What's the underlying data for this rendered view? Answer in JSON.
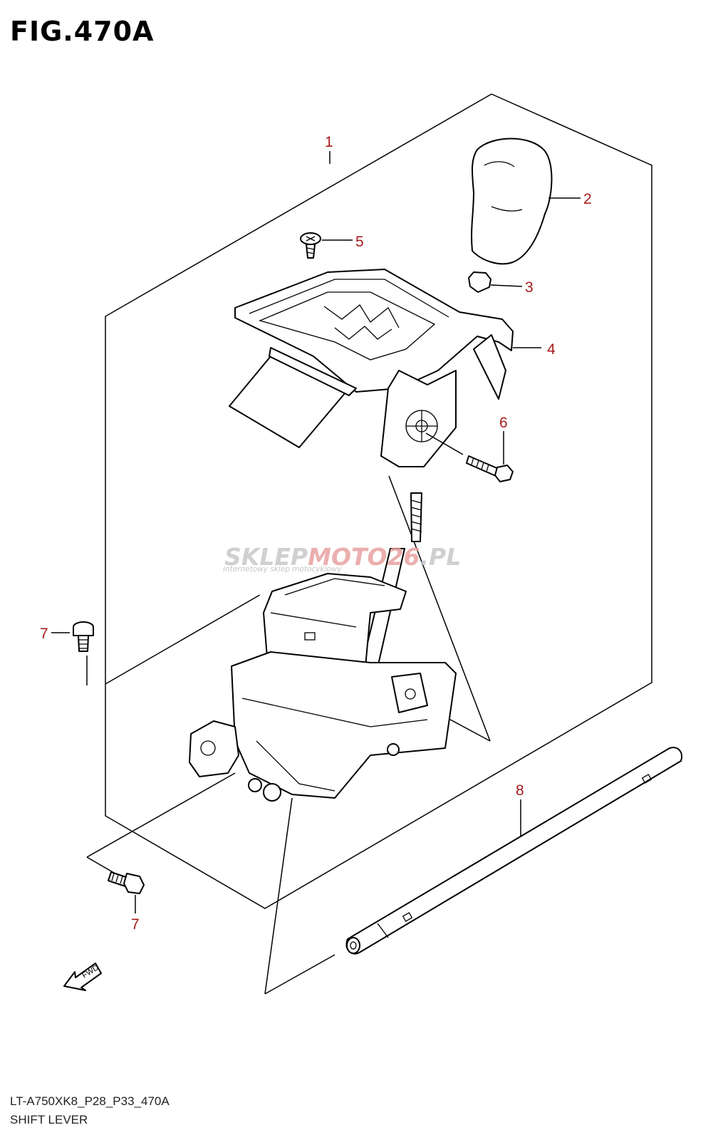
{
  "figure": {
    "title": "FIG.470A",
    "code": "LT-A750XK8_P28_P33_470A",
    "name": "SHIFT LEVER"
  },
  "callouts": [
    "1",
    "2",
    "3",
    "4",
    "5",
    "6",
    "7",
    "7",
    "8"
  ],
  "fwd_label": "FWD",
  "watermark": {
    "main_left": "SKLEP",
    "main_right": "MOTO",
    "main_number": "26",
    "main_suffix": ".PL",
    "subtitle": "internetowy sklep motocyklowy"
  },
  "colors": {
    "callout": "#a61c1c",
    "watermark_gray": "#c8c8c8",
    "watermark_red": "#e8a0a0"
  }
}
